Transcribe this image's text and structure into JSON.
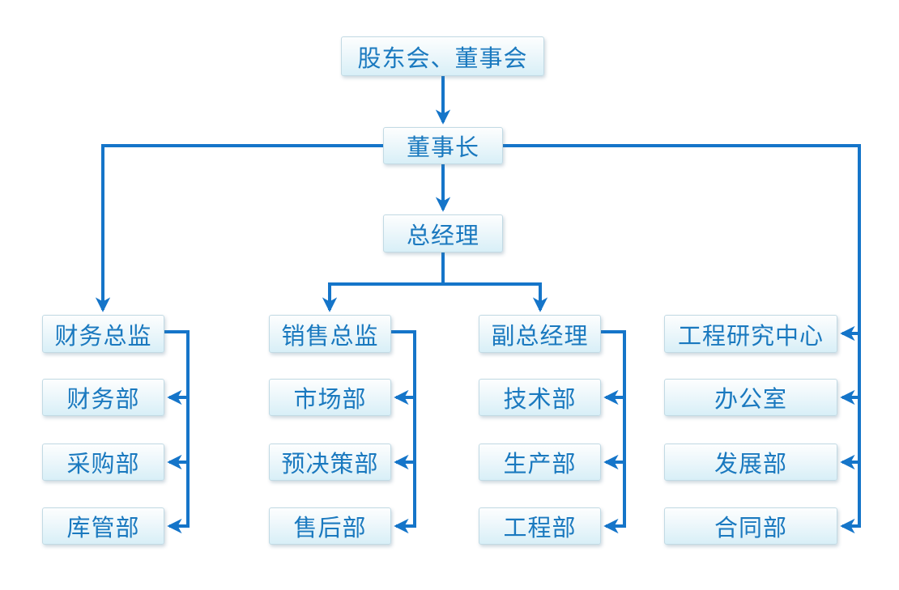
{
  "org_chart": {
    "root": "股东会、董事会",
    "level2": "董事长",
    "level3": "总经理",
    "columns": [
      {
        "head": "财务总监",
        "children": [
          "财务部",
          "采购部",
          "库管部"
        ]
      },
      {
        "head": "销售总监",
        "children": [
          "市场部",
          "预决策部",
          "售后部"
        ]
      },
      {
        "head": "副总经理",
        "children": [
          "技术部",
          "生产部",
          "工程部"
        ]
      },
      {
        "head": "工程研究中心",
        "children": [
          "办公室",
          "发展部",
          "合同部"
        ]
      }
    ],
    "colors": {
      "line": "#1575C9",
      "text": "#1A79BF",
      "box_fill_top": "#FDFEFE",
      "box_fill_bottom": "#D8EFF7",
      "box_border": "#C2DAE4"
    }
  }
}
